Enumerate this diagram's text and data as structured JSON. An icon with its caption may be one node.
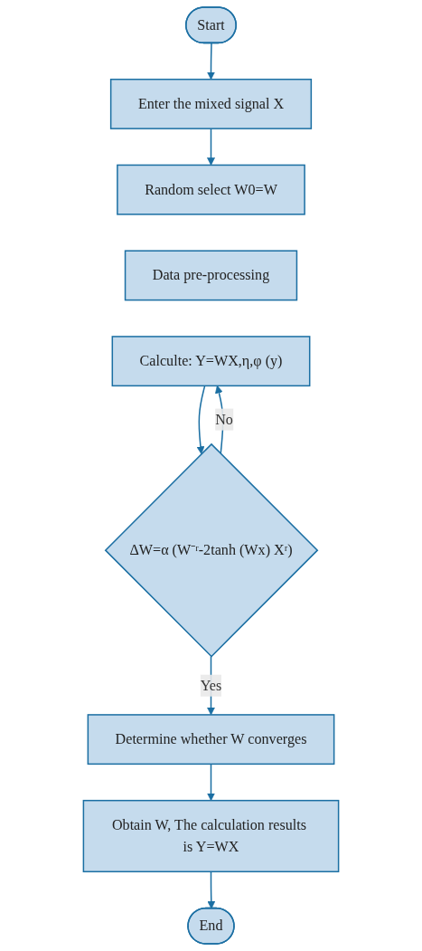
{
  "diagram": {
    "nodes": [
      {
        "text": [
          "Start"
        ]
      },
      {
        "text": [
          "Enter the mixed signal X"
        ]
      },
      {
        "text": [
          "Random select W0=W"
        ]
      },
      {
        "text": [
          "Data pre-processing"
        ]
      },
      {
        "text": [
          "Calculte: Y=WX,η,φ (y)"
        ]
      },
      {
        "text": [
          "ΔW=α (W⁻ʳ-2tanh (Wx) Xʳ)"
        ]
      },
      {
        "text": [
          "Determine whether W converges"
        ]
      },
      {
        "text": [
          "Obtain W, The calculation results is Y=WX"
        ]
      },
      {
        "text": [
          "End"
        ]
      }
    ],
    "edges": [
      {
        "from": 0,
        "to": 1,
        "arrow": "to"
      },
      {
        "from": 1,
        "to": 2,
        "arrow": "to"
      },
      {
        "from": 4,
        "to": 5,
        "arrow": "to"
      },
      {
        "from": 5,
        "to": 4,
        "arrow": "to",
        "label": "No"
      },
      {
        "from": 5,
        "to": 6,
        "arrow": "to",
        "label": "Yes"
      },
      {
        "from": 6,
        "to": 7,
        "arrow": "to"
      },
      {
        "from": 7,
        "to": 8,
        "arrow": "to"
      }
    ]
  }
}
